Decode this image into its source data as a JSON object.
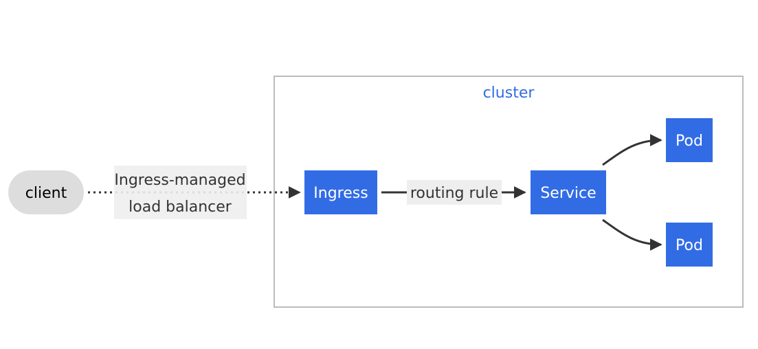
{
  "colors": {
    "node_fill": "#326ce5",
    "node_text": "#ffffff",
    "client_fill": "#dddddd",
    "client_text": "#000000",
    "cluster_border": "#bbbbbb",
    "cluster_title": "#326ce5",
    "edge": "#333333",
    "edge_label_bg": "#eeeeee"
  },
  "cluster": {
    "title": "cluster"
  },
  "nodes": {
    "client": {
      "label": "client"
    },
    "ingress": {
      "label": "Ingress"
    },
    "service": {
      "label": "Service"
    },
    "pod1": {
      "label": "Pod"
    },
    "pod2": {
      "label": "Pod"
    }
  },
  "edges": {
    "client_to_ingress": {
      "label_line1": "Ingress-managed",
      "label_line2": "load balancer",
      "style": "dotted"
    },
    "ingress_to_service": {
      "label": "routing rule",
      "style": "solid"
    },
    "service_to_pod1": {
      "style": "solid"
    },
    "service_to_pod2": {
      "style": "solid"
    }
  }
}
